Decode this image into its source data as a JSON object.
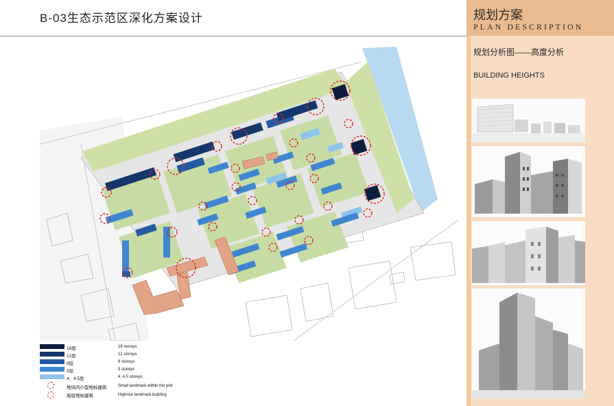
{
  "header": {
    "title": "B-03生态示范区深化方案设计"
  },
  "panel": {
    "title_cn": "规划方案",
    "title_en": "PLAN DESCRIPTION",
    "subtitle_cn": "规划分析图——高度分析",
    "subtitle_en": "BUILDING HEIGHTS"
  },
  "legend": [
    {
      "cn": "18层",
      "en": "18 storeys",
      "color": "#0f1e3d"
    },
    {
      "cn": "12层",
      "en": "12 storeys",
      "color": "#15376b"
    },
    {
      "cn": "9层",
      "en": "9 storeys",
      "color": "#235aa3"
    },
    {
      "cn": "5层",
      "en": "5 storeys",
      "color": "#3f86cf"
    },
    {
      "cn": "4、4.5层",
      "en": "4, 4.5 storeys",
      "color": "#8fc3ec"
    }
  ],
  "landmarks": [
    {
      "cn": "地块内小型地标建筑",
      "en": "Small landmark within the plot"
    },
    {
      "cn": "高层地标建筑",
      "en": "Highrise landmark building"
    }
  ]
}
